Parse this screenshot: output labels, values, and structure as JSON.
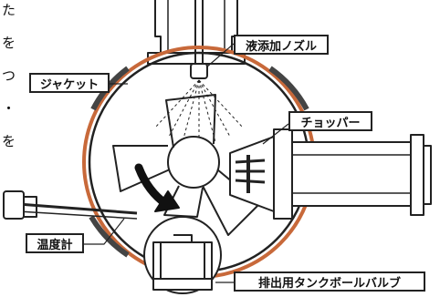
{
  "labels": {
    "nozzle": "液添加ノズル",
    "jacket": "ジャケット",
    "chopper": "チョッパー",
    "thermometer": "温度計",
    "valve": "排出用タンクボールバルブ"
  },
  "edge_text": [
    "た",
    "を",
    "つ",
    "・",
    "を"
  ],
  "colors": {
    "outline": "#222222",
    "jacket": "#c8693a",
    "fill": "#ffffff"
  }
}
